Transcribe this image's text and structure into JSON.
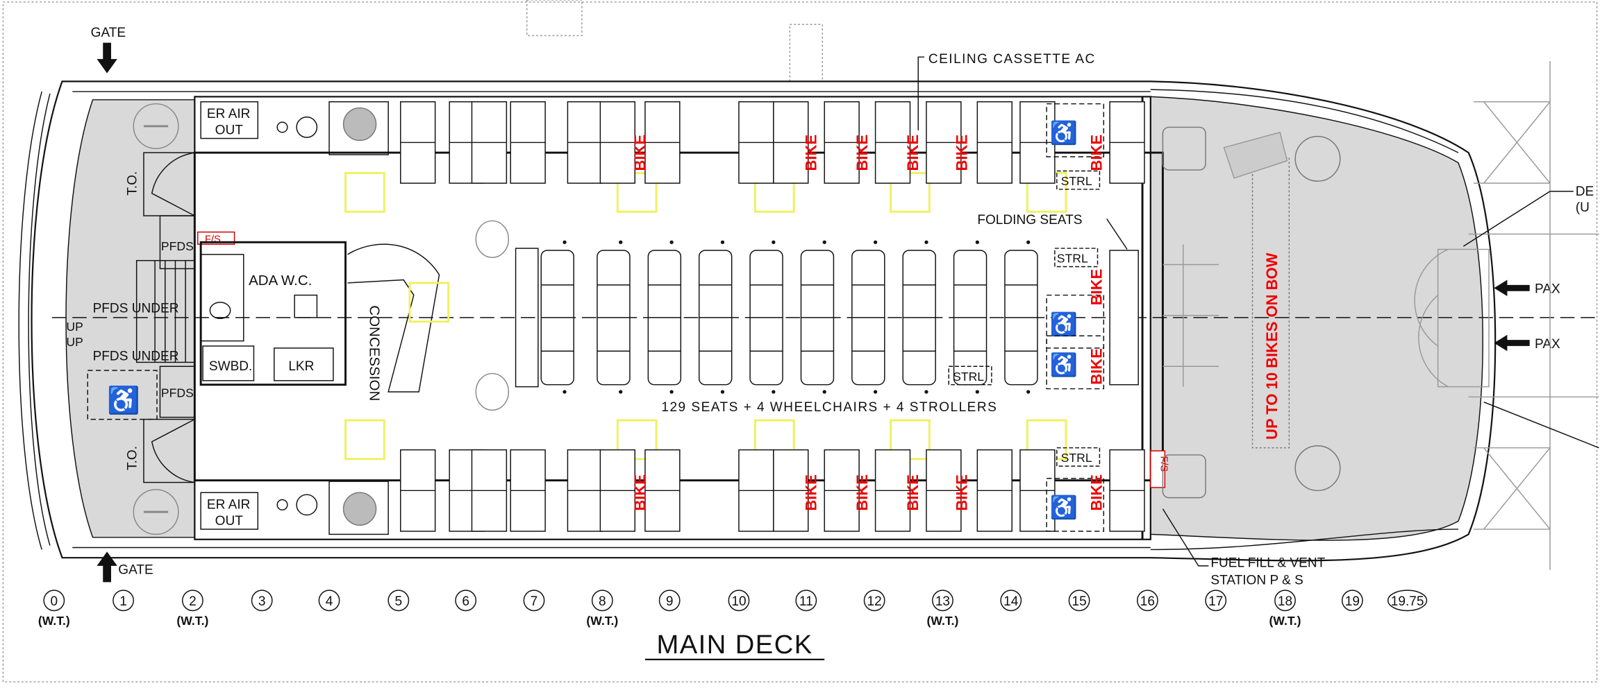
{
  "title": "MAIN DECK",
  "labels": {
    "gate_top": "GATE",
    "gate_bottom": "GATE",
    "ceiling_ac": "CEILING CASSETTE AC",
    "er_air_out": [
      "ER AIR",
      "OUT"
    ],
    "to": "T.O.",
    "pfds": "PFDS",
    "pfds_under": "PFDS UNDER",
    "up": "UP",
    "fs": "F/S",
    "ada_wc": "ADA W.C.",
    "swbd": "SWBD.",
    "lkr": "LKR",
    "concession": "CONCESSION",
    "folding_seats": "FOLDING SEATS",
    "strl": "STRL",
    "capacity": "129 SEATS + 4 WHEELCHAIRS + 4 STROLLERS",
    "bike": "BIKE",
    "bow_bikes": "UP TO 10 BIKES ON BOW",
    "pax": "PAX",
    "de_cut": "DE",
    "u_cut": "(U",
    "fuel_fill": [
      "FUEL FILL & VENT",
      "STATION P & S"
    ]
  },
  "frames": [
    {
      "n": "0",
      "wt": "(W.T.)"
    },
    {
      "n": "1"
    },
    {
      "n": "2",
      "wt": "(W.T.)"
    },
    {
      "n": "3"
    },
    {
      "n": "4"
    },
    {
      "n": "5"
    },
    {
      "n": "6"
    },
    {
      "n": "7"
    },
    {
      "n": "8",
      "wt": "(W.T.)"
    },
    {
      "n": "9"
    },
    {
      "n": "10"
    },
    {
      "n": "11"
    },
    {
      "n": "12"
    },
    {
      "n": "13",
      "wt": "(W.T.)"
    },
    {
      "n": "14"
    },
    {
      "n": "15"
    },
    {
      "n": "16"
    },
    {
      "n": "17"
    },
    {
      "n": "18",
      "wt": "(W.T.)"
    },
    {
      "n": "19"
    },
    {
      "n": "19.75"
    }
  ],
  "colors": {
    "bike_red": "#ee0000",
    "deck_gray": "#d9d9d9",
    "ac_yellow": "#f0f060"
  }
}
